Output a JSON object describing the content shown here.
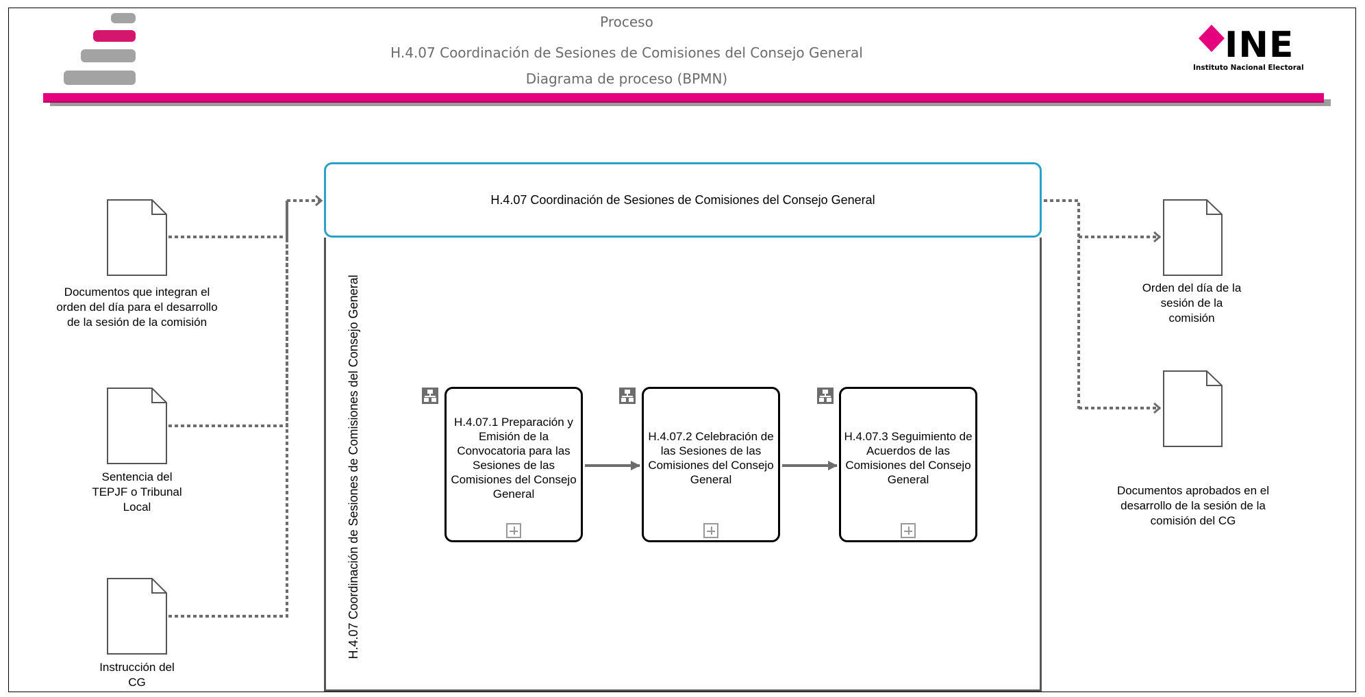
{
  "header": {
    "line1": "Proceso",
    "line2": "H.4.07 Coordinación de Sesiones de Comisiones del Consejo General",
    "line3": "Diagrama de proceso (BPMN)"
  },
  "logo": {
    "name": "INE",
    "subtitle": "Instituto Nacional Electoral",
    "accent": "#e5007e"
  },
  "process_bar": {
    "label": "H.4.07 Coordinación de Sesiones de Comisiones del Consejo General"
  },
  "pool": {
    "label": "H.4.07 Coordinación de Sesiones de Comisiones del Consejo General"
  },
  "inputs": [
    {
      "label": "Documentos que integran el orden del día para el desarrollo de la sesión de la comisión"
    },
    {
      "label": "Sentencia del TEPJF o Tribunal Local"
    },
    {
      "label": "Instrucción del CG"
    }
  ],
  "outputs": [
    {
      "label": "Orden del día de la sesión de la comisión"
    },
    {
      "label": "Documentos aprobados en el desarrollo de la sesión de la comisión del CG"
    }
  ],
  "tasks": [
    {
      "label": "H.4.07.1 Preparación y Emisión de la Convocatoria para las Sesiones de las Comisiones del Consejo General"
    },
    {
      "label": "H.4.07.2 Celebración de las Sesiones de las Comisiones del Consejo General"
    },
    {
      "label": "H.4.07.3 Seguimiento de Acuerdos de las Comisiones del Consejo General"
    }
  ],
  "colors": {
    "band": "#e5007e",
    "process_border": "#2aa1c9",
    "connector": "#6d6d6d"
  }
}
